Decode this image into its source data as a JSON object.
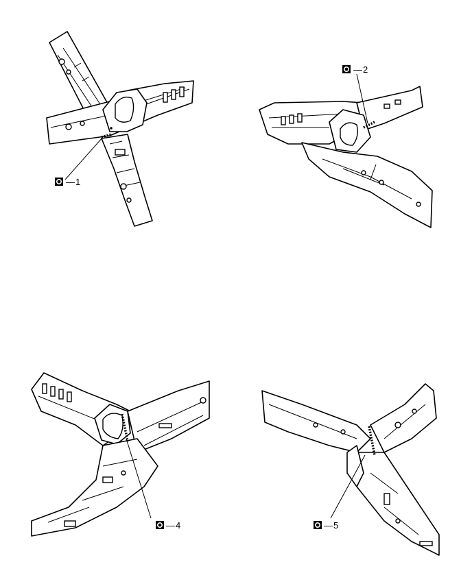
{
  "callouts": [
    {
      "id": "c1",
      "label": "1"
    },
    {
      "id": "c2",
      "label": "2"
    },
    {
      "id": "c4",
      "label": "4"
    },
    {
      "id": "c5",
      "label": "5"
    }
  ],
  "callout_prefix": "—",
  "icon": "weld-point-symbol"
}
